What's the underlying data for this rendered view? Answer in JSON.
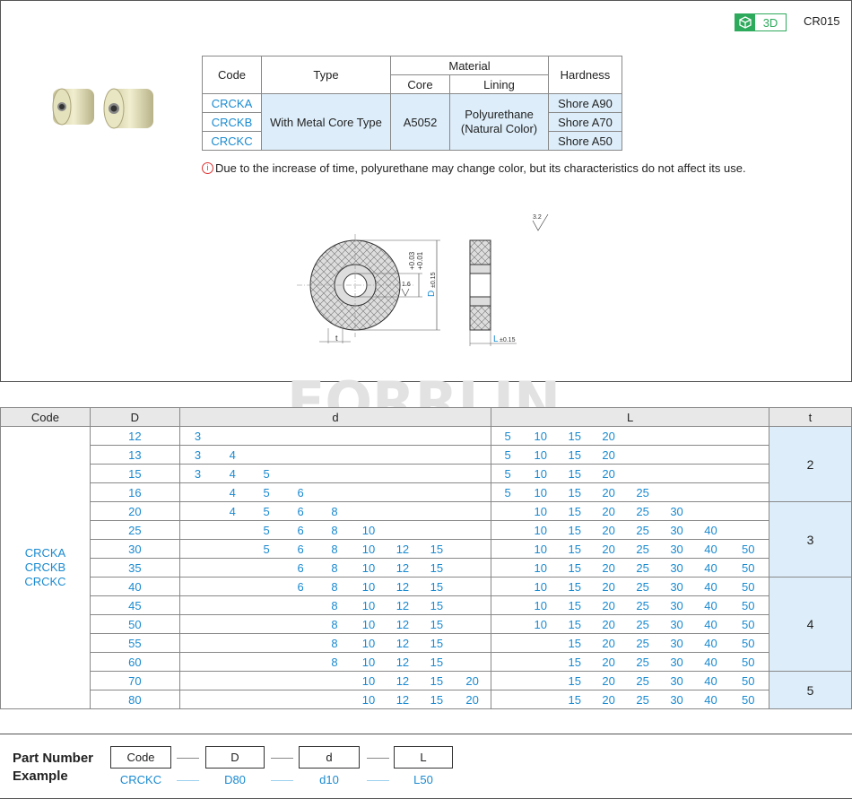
{
  "header": {
    "badge_3d": "3D",
    "catalog_code": "CR015",
    "accent": "#2eaa5c"
  },
  "spec": {
    "headers": {
      "code": "Code",
      "type": "Type",
      "material": "Material",
      "core": "Core",
      "lining": "Lining",
      "hardness": "Hardness"
    },
    "codes": [
      "CRCKA",
      "CRCKB",
      "CRCKC"
    ],
    "type": "With Metal Core Type",
    "core": "A5052",
    "lining": [
      "Polyurethane",
      "(Natural Color)"
    ],
    "hardness": [
      "Shore A90",
      "Shore A70",
      "Shore A50"
    ]
  },
  "note": "Due to the increase of time, polyurethane may change color, but its characteristics do not affect its use.",
  "drawing": {
    "roughness": "3.2",
    "roughness_inner": "1.6",
    "d_tol": [
      "+0.03",
      "+0.01"
    ],
    "d": "d",
    "D": "D",
    "D_tol": "±0.15",
    "t": "t",
    "L": "L",
    "L_tol": "±0.15"
  },
  "watermark": "FORRLIN",
  "table": {
    "headers": {
      "code": "Code",
      "D": "D",
      "d": "d",
      "L": "L",
      "t": "t"
    },
    "codes": [
      "CRCKA",
      "CRCKB",
      "CRCKC"
    ],
    "rows": [
      {
        "D": "12",
        "d": [
          "3",
          "",
          "",
          "",
          "",
          "",
          "",
          "",
          ""
        ],
        "L": [
          "5",
          "10",
          "15",
          "20",
          "",
          "",
          "",
          ""
        ]
      },
      {
        "D": "13",
        "d": [
          "3",
          "4",
          "",
          "",
          "",
          "",
          "",
          "",
          ""
        ],
        "L": [
          "5",
          "10",
          "15",
          "20",
          "",
          "",
          "",
          ""
        ]
      },
      {
        "D": "15",
        "d": [
          "3",
          "4",
          "5",
          "",
          "",
          "",
          "",
          "",
          ""
        ],
        "L": [
          "5",
          "10",
          "15",
          "20",
          "",
          "",
          "",
          ""
        ]
      },
      {
        "D": "16",
        "d": [
          "",
          "4",
          "5",
          "6",
          "",
          "",
          "",
          "",
          ""
        ],
        "L": [
          "5",
          "10",
          "15",
          "20",
          "25",
          "",
          "",
          ""
        ]
      },
      {
        "D": "20",
        "d": [
          "",
          "4",
          "5",
          "6",
          "8",
          "",
          "",
          "",
          ""
        ],
        "L": [
          "",
          "10",
          "15",
          "20",
          "25",
          "30",
          "",
          ""
        ]
      },
      {
        "D": "25",
        "d": [
          "",
          "",
          "5",
          "6",
          "8",
          "10",
          "",
          "",
          ""
        ],
        "L": [
          "",
          "10",
          "15",
          "20",
          "25",
          "30",
          "40",
          ""
        ]
      },
      {
        "D": "30",
        "d": [
          "",
          "",
          "5",
          "6",
          "8",
          "10",
          "12",
          "15",
          ""
        ],
        "L": [
          "",
          "10",
          "15",
          "20",
          "25",
          "30",
          "40",
          "50"
        ]
      },
      {
        "D": "35",
        "d": [
          "",
          "",
          "",
          "6",
          "8",
          "10",
          "12",
          "15",
          ""
        ],
        "L": [
          "",
          "10",
          "15",
          "20",
          "25",
          "30",
          "40",
          "50"
        ]
      },
      {
        "D": "40",
        "d": [
          "",
          "",
          "",
          "6",
          "8",
          "10",
          "12",
          "15",
          ""
        ],
        "L": [
          "",
          "10",
          "15",
          "20",
          "25",
          "30",
          "40",
          "50"
        ]
      },
      {
        "D": "45",
        "d": [
          "",
          "",
          "",
          "",
          "8",
          "10",
          "12",
          "15",
          ""
        ],
        "L": [
          "",
          "10",
          "15",
          "20",
          "25",
          "30",
          "40",
          "50"
        ]
      },
      {
        "D": "50",
        "d": [
          "",
          "",
          "",
          "",
          "8",
          "10",
          "12",
          "15",
          ""
        ],
        "L": [
          "",
          "10",
          "15",
          "20",
          "25",
          "30",
          "40",
          "50"
        ]
      },
      {
        "D": "55",
        "d": [
          "",
          "",
          "",
          "",
          "8",
          "10",
          "12",
          "15",
          ""
        ],
        "L": [
          "",
          "",
          "15",
          "20",
          "25",
          "30",
          "40",
          "50"
        ]
      },
      {
        "D": "60",
        "d": [
          "",
          "",
          "",
          "",
          "8",
          "10",
          "12",
          "15",
          ""
        ],
        "L": [
          "",
          "",
          "15",
          "20",
          "25",
          "30",
          "40",
          "50"
        ]
      },
      {
        "D": "70",
        "d": [
          "",
          "",
          "",
          "",
          "",
          "10",
          "12",
          "15",
          "20"
        ],
        "L": [
          "",
          "",
          "15",
          "20",
          "25",
          "30",
          "40",
          "50"
        ]
      },
      {
        "D": "80",
        "d": [
          "",
          "",
          "",
          "",
          "",
          "10",
          "12",
          "15",
          "20"
        ],
        "L": [
          "",
          "",
          "15",
          "20",
          "25",
          "30",
          "40",
          "50"
        ]
      }
    ],
    "t_groups": [
      {
        "value": "2",
        "rows": 4
      },
      {
        "value": "3",
        "rows": 4
      },
      {
        "value": "4",
        "rows": 5
      },
      {
        "value": "5",
        "rows": 2
      }
    ]
  },
  "part_number": {
    "title": [
      "Part Number",
      "Example"
    ],
    "fields": [
      {
        "label": "Code",
        "value": "CRCKC"
      },
      {
        "label": "D",
        "value": "D80"
      },
      {
        "label": "d",
        "value": "d10"
      },
      {
        "label": "L",
        "value": "L50"
      }
    ]
  }
}
